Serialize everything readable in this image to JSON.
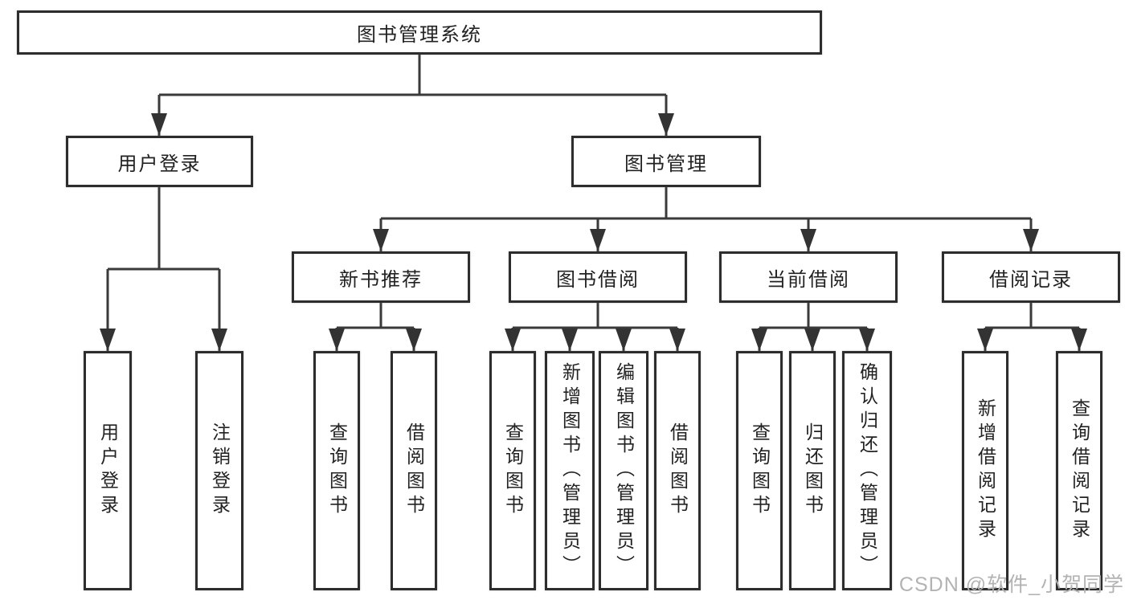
{
  "tree": {
    "label": "图书管理系统",
    "children": [
      {
        "label": "用户登录",
        "children": [
          {
            "label": "用户登录"
          },
          {
            "label": "注销登录"
          }
        ]
      },
      {
        "label": "图书管理",
        "children": [
          {
            "label": "新书推荐",
            "children": [
              {
                "label": "查询图书"
              },
              {
                "label": "借阅图书"
              }
            ]
          },
          {
            "label": "图书借阅",
            "children": [
              {
                "label": "查询图书"
              },
              {
                "label": "新增图书（管理员）"
              },
              {
                "label": "编辑图书（管理员）"
              },
              {
                "label": "借阅图书"
              }
            ]
          },
          {
            "label": "当前借阅",
            "children": [
              {
                "label": "查询图书"
              },
              {
                "label": "归还图书"
              },
              {
                "label": "确认归还（管理员）"
              }
            ]
          },
          {
            "label": "借阅记录",
            "children": [
              {
                "label": "新增借阅记录"
              },
              {
                "label": "查询借阅记录"
              }
            ]
          }
        ]
      }
    ]
  },
  "colors": {
    "line": "#3a3a3a",
    "border": "#2d2d2d",
    "text": "#222222",
    "watermark": "#b3b3b3"
  },
  "watermark": "CSDN @软件_小贺同学"
}
